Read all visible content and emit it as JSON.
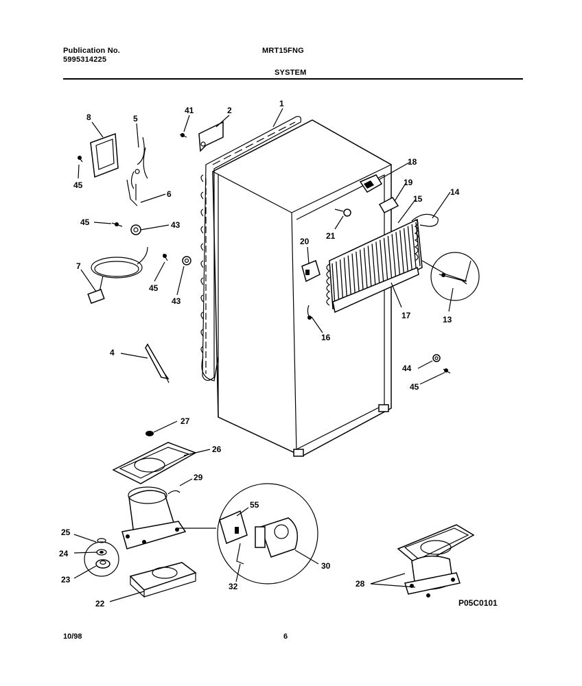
{
  "header": {
    "publication_label": "Publication No.",
    "publication_number": "5995314225",
    "model": "MRT15FNG",
    "section_title": "SYSTEM"
  },
  "footer": {
    "date": "10/98",
    "page": "6",
    "diagram_code": "P05C0101"
  },
  "callouts": {
    "c1": "1",
    "c2": "2",
    "c4": "4",
    "c5": "5",
    "c6": "6",
    "c7": "7",
    "c8": "8",
    "c13": "13",
    "c14": "14",
    "c15": "15",
    "c16": "16",
    "c17": "17",
    "c18": "18",
    "c19": "19",
    "c20": "20",
    "c21": "21",
    "c22": "22",
    "c23": "23",
    "c24": "24",
    "c25": "25",
    "c26": "26",
    "c27": "27",
    "c28": "28",
    "c29": "29",
    "c30": "30",
    "c32": "32",
    "c41": "41",
    "c43a": "43",
    "c43b": "43",
    "c44": "44",
    "c45a": "45",
    "c45b": "45",
    "c45c": "45",
    "c45d": "45",
    "c55": "55"
  }
}
